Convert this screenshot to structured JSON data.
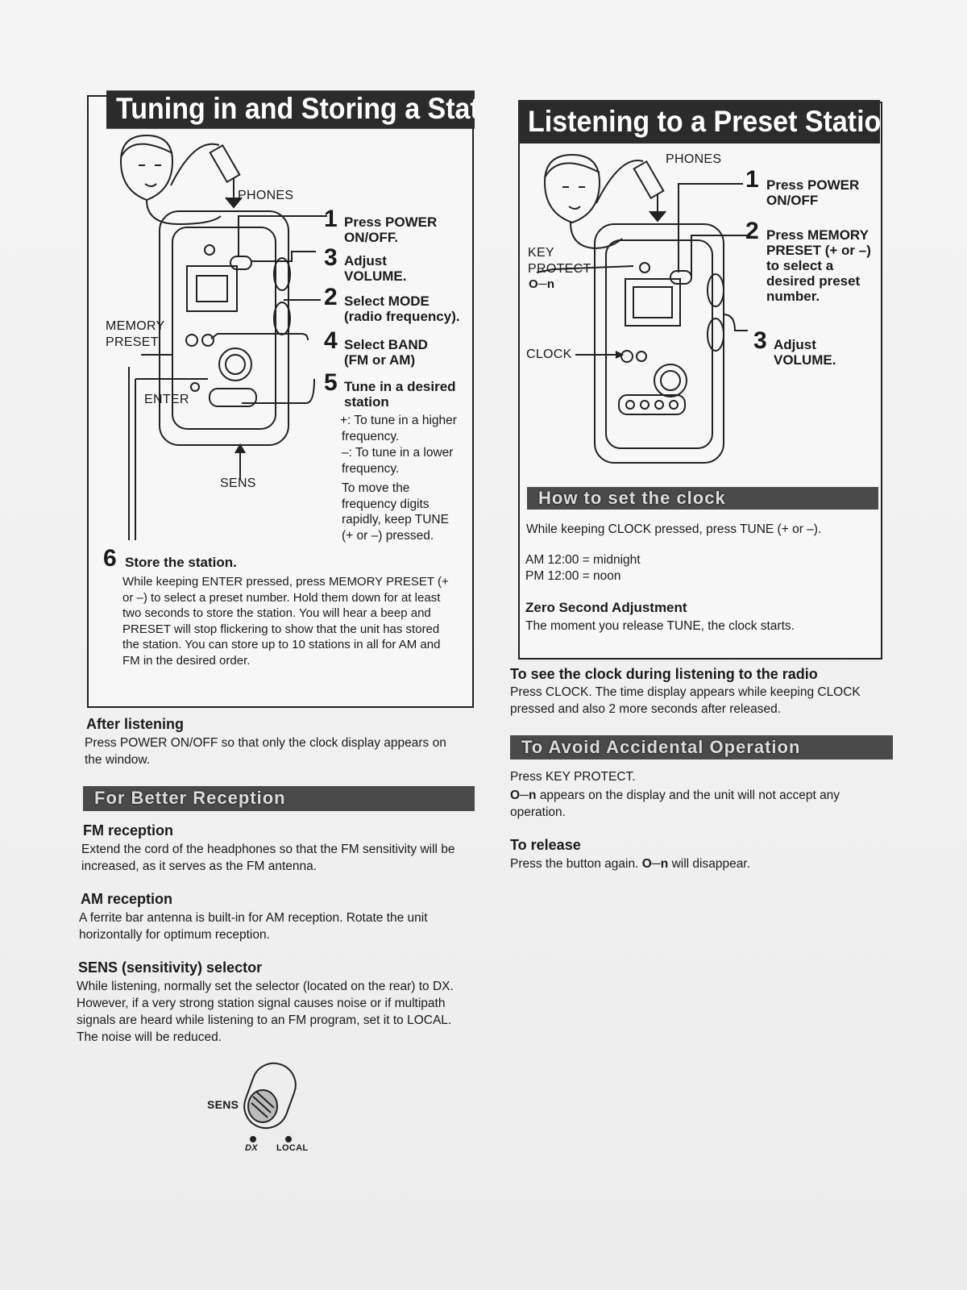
{
  "left_panel": {
    "title": "Tuning in and Storing a Station",
    "labels": {
      "phones": "PHONES",
      "memory_preset_1": "MEMORY",
      "memory_preset_2": "PRESET",
      "enter": "ENTER",
      "sens": "SENS"
    },
    "steps": [
      {
        "num": "1",
        "text": "Press POWER\nON/OFF."
      },
      {
        "num": "3",
        "text": "Adjust\nVOLUME."
      },
      {
        "num": "2",
        "text": "Select MODE\n(radio frequency)."
      },
      {
        "num": "4",
        "text": "Select BAND\n(FM or AM)"
      },
      {
        "num": "5",
        "text": "Tune in a desired\nstation"
      }
    ],
    "tune_plus": "+: To tune in a higher frequency.",
    "tune_minus": "–: To tune in a lower frequency.",
    "tune_rapid": "To move the frequency digits rapidly, keep TUNE (+ or –) pressed.",
    "step6_num": "6",
    "step6_title": "Store the station.",
    "step6_text": "While keeping ENTER pressed, press MEMORY PRESET (+ or –) to select a preset number. Hold them down for at least two seconds to store the station. You will hear a beep and PRESET will stop flickering to show that the unit has stored the station. You can store up to 10 stations in all for AM and FM in the desired order."
  },
  "after_listening": {
    "heading": "After listening",
    "text": "Press POWER ON/OFF so that only the clock display appears on the window."
  },
  "better_reception": {
    "title": "For Better Reception",
    "fm_heading": "FM reception",
    "fm_text": "Extend the cord of the headphones so that the FM sensitivity will be increased, as it serves as the FM antenna.",
    "am_heading": "AM reception",
    "am_text": "A ferrite bar antenna is built-in for AM reception. Rotate the unit horizontally for optimum reception.",
    "sens_heading": "SENS (sensitivity) selector",
    "sens_text": "While listening, normally set the selector (located on the rear) to DX. However, if a very strong station signal causes noise or if multipath signals are heard while listening to an FM program, set it to LOCAL. The noise will be reduced.",
    "switch_label": "SENS",
    "switch_dx": "DX",
    "switch_local": "LOCAL"
  },
  "right_panel": {
    "title": "Listening to a Preset Station",
    "labels": {
      "phones": "PHONES",
      "key": "KEY",
      "protect": "PROTECT",
      "clock": "CLOCK"
    },
    "steps": [
      {
        "num": "1",
        "text": "Press POWER\nON/OFF"
      },
      {
        "num": "2",
        "text": "Press MEMORY\nPRESET (+ or –)\nto select a\ndesired preset\nnumber."
      },
      {
        "num": "3",
        "text": "Adjust\nVOLUME."
      }
    ],
    "clock_title": "How to set the clock",
    "clock_text": "While keeping CLOCK pressed, press TUNE (+ or –).",
    "am_line": "AM 12:00 = midnight",
    "pm_line": "PM 12:00 = noon",
    "zero_heading": "Zero Second Adjustment",
    "zero_text": "The moment you release TUNE, the clock starts."
  },
  "see_clock": {
    "heading": "To see the clock during listening to the radio",
    "text": "Press CLOCK. The time display appears while keeping CLOCK pressed and also 2 more seconds after released."
  },
  "avoid": {
    "title": "To Avoid Accidental Operation",
    "text1": "Press KEY PROTECT.",
    "text2": "appears on the display and the unit will not accept any operation.",
    "release_heading": "To release",
    "release_text_a": "Press the button again.",
    "release_text_b": "will disappear."
  },
  "colors": {
    "ink": "#1a1a1a",
    "bar": "#2b2b2b",
    "subbar": "#4a4a4a",
    "paper": "#f2f2f2"
  }
}
